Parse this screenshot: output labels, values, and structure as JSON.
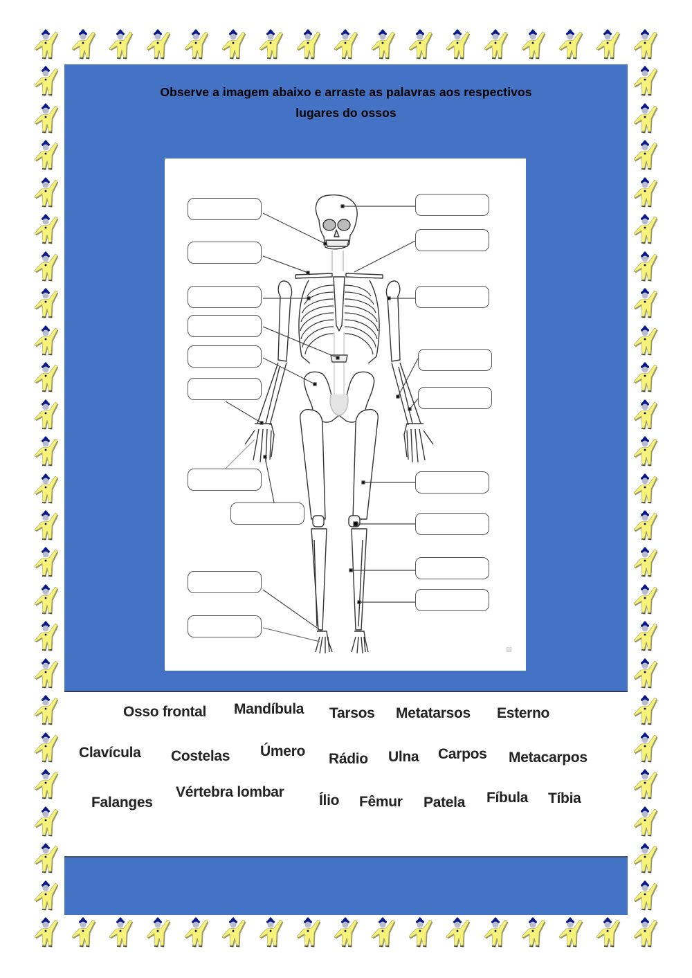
{
  "instruction": {
    "line1": "Observe a imagem abaixo e arraste as palavras aos respectivos",
    "line2": "lugares do ossos"
  },
  "colors": {
    "panel_blue": "#4472c4",
    "figure_yellow": "#f7f27a",
    "figure_hat": "#0a1a8a",
    "text": "#000000"
  },
  "border": {
    "icon": "yellow-waving-figure-icon",
    "columns": 17,
    "rows": 25
  },
  "diagram": {
    "subject": "human-skeleton-front-view",
    "left_boxes": [
      {
        "id": "L1",
        "points_to": "jaw",
        "value": ""
      },
      {
        "id": "L2",
        "points_to": "clavicle",
        "value": ""
      },
      {
        "id": "L3",
        "points_to": "ribs",
        "value": ""
      },
      {
        "id": "L4",
        "points_to": "lumbar-vertebra",
        "value": ""
      },
      {
        "id": "L5",
        "points_to": "ilium",
        "value": ""
      },
      {
        "id": "L6",
        "points_to": "carpals",
        "value": ""
      },
      {
        "id": "L7",
        "points_to": "phalanges-hand",
        "value": ""
      },
      {
        "id": "L8",
        "points_to": "metacarpals",
        "value": ""
      },
      {
        "id": "L9",
        "points_to": "tarsals",
        "value": ""
      },
      {
        "id": "L10",
        "points_to": "metatarsals",
        "value": ""
      }
    ],
    "right_boxes": [
      {
        "id": "R1",
        "points_to": "frontal-bone",
        "value": ""
      },
      {
        "id": "R2",
        "points_to": "sternum",
        "value": ""
      },
      {
        "id": "R3",
        "points_to": "humerus",
        "value": ""
      },
      {
        "id": "R4",
        "points_to": "radius",
        "value": ""
      },
      {
        "id": "R5",
        "points_to": "ulna",
        "value": ""
      },
      {
        "id": "R6",
        "points_to": "femur",
        "value": ""
      },
      {
        "id": "R7",
        "points_to": "patella",
        "value": ""
      },
      {
        "id": "R8",
        "points_to": "tibia",
        "value": ""
      },
      {
        "id": "R9",
        "points_to": "fibula",
        "value": ""
      }
    ]
  },
  "word_bank": {
    "row1": [
      "Osso frontal",
      "Mandíbula",
      "Tarsos",
      "Metatarsos",
      "Esterno"
    ],
    "row2": [
      "Clavícula",
      "Costelas",
      "Úmero",
      "Rádio",
      "Ulna",
      "Carpos",
      "Metacarpos"
    ],
    "row3": [
      "Falanges",
      "Vértebra lombar",
      "Ílio",
      "Fêmur",
      "Patela",
      "Fíbula",
      "Tíbia"
    ]
  }
}
